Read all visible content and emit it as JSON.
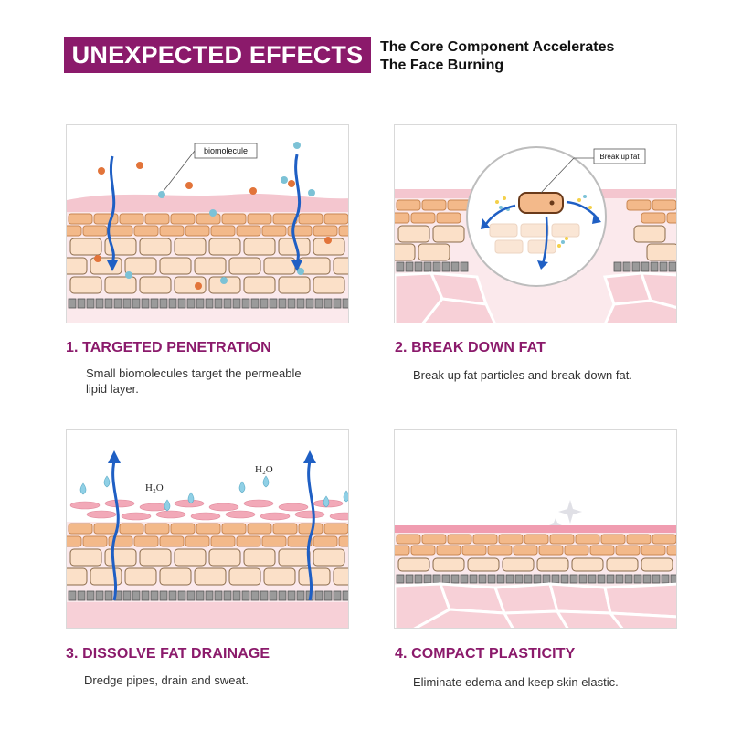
{
  "header": {
    "badge": "UNEXPECTED EFFECTS",
    "subtitle_line1": "The Core Component Accelerates",
    "subtitle_line2": "The Face Burning"
  },
  "steps": [
    {
      "title": "1. TARGETED PENETRATION",
      "desc_line1": "Small biomolecules target the permeable",
      "desc_line2": "lipid layer.",
      "callout": "biomolecule"
    },
    {
      "title": "2. BREAK DOWN FAT",
      "desc_line1": "Break up fat particles and break down fat.",
      "callout": "Break up fat"
    },
    {
      "title": "3. DISSOLVE FAT DRAINAGE",
      "desc_line1": "Dredge pipes, drain and sweat.",
      "h2o_label": "H₂O"
    },
    {
      "title": "4. COMPACT PLASTICITY",
      "desc_line1": "Eliminate edema and keep skin elastic."
    }
  ],
  "colors": {
    "brand": "#8b1a6b",
    "skin_pink": "#f4c6cf",
    "cell_orange": "#f3b98a",
    "arrow_blue": "#1f5fc4",
    "drop_blue": "#8fd0e6"
  }
}
